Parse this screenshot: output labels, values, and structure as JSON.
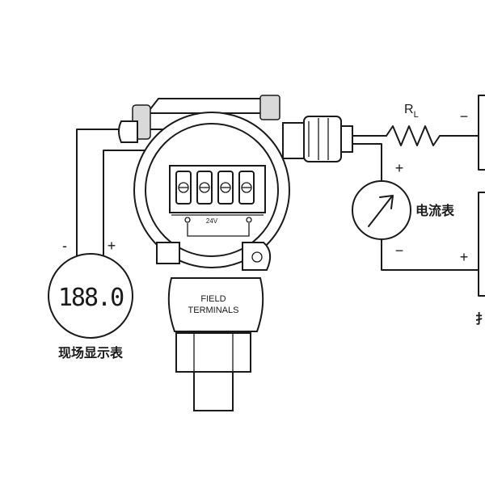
{
  "labels": {
    "display_reading": "188.0",
    "display_caption": "现场显示表",
    "ammeter_caption": "电流表",
    "resistor_main": "R",
    "resistor_sub": "L",
    "terminals_line1": "FIELD",
    "terminals_line2": "TERMINALS",
    "board_text": "24V",
    "power_caption_fragment": "扌"
  },
  "signs": {
    "display_minus": "-",
    "display_plus": "+",
    "ammeter_plus": "+",
    "ammeter_minus": "−",
    "supply_minus": "−",
    "supply_plus": "+"
  }
}
